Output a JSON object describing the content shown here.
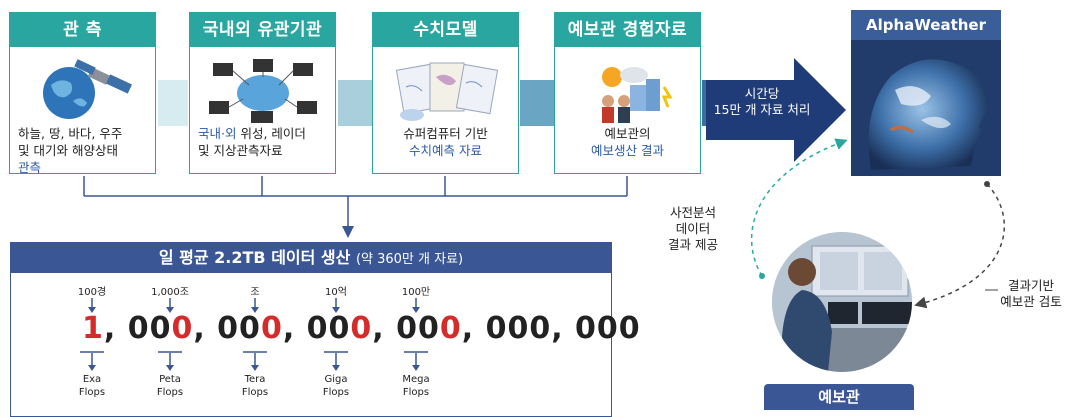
{
  "cards": [
    {
      "title": "관 측",
      "line1": "하늘, 땅, 바다, 우주",
      "line2": "및 대기와 해양상태",
      "line3_hl": "관측"
    },
    {
      "title": "국내외 유관기관",
      "line1_hl": "국내·외",
      "line1_rest": " 위성, 레이더",
      "line2": "및 지상관측자료"
    },
    {
      "title": "수치모델",
      "line1": "슈퍼컴퓨터 기반",
      "line2_hl": "수치예측 자료"
    },
    {
      "title": "예보관 경험자료",
      "line1": "예보관의",
      "line2_hl": "예보생산 결과"
    }
  ],
  "arrow": {
    "line1": "시간당",
    "line2": "15만 개 자료 처리"
  },
  "alphaweather": {
    "title": "AlphaWeather"
  },
  "data_panel": {
    "title": "일 평균 2.2TB 데이터 생산",
    "subtitle": "(약 360만 개 자료)",
    "number": {
      "d1": "1",
      "s1": ", 00",
      "d2": "0",
      "s2": ", 00",
      "d3": "0",
      "s3": ", 00",
      "d4": "0",
      "s4": ", 00",
      "d5": "0",
      "s5": ", 000, 000"
    },
    "units_top": [
      "100경",
      "1,000조",
      "조",
      "10억",
      "100만"
    ],
    "units_bottom": [
      {
        "a": "Exa",
        "b": "Flops"
      },
      {
        "a": "Peta",
        "b": "Flops"
      },
      {
        "a": "Tera",
        "b": "Flops"
      },
      {
        "a": "Giga",
        "b": "Flops"
      },
      {
        "a": "Mega",
        "b": "Flops"
      }
    ]
  },
  "side_left": {
    "l1": "사전분석",
    "l2": "데이터",
    "l3": "결과 제공"
  },
  "side_right": {
    "l1": "결과기반",
    "l2": "예보관 검토"
  },
  "forecaster": {
    "label": "예보관"
  },
  "colors": {
    "teal": "#2aa6a0",
    "navy": "#1f3c78",
    "red": "#d62b2b"
  }
}
